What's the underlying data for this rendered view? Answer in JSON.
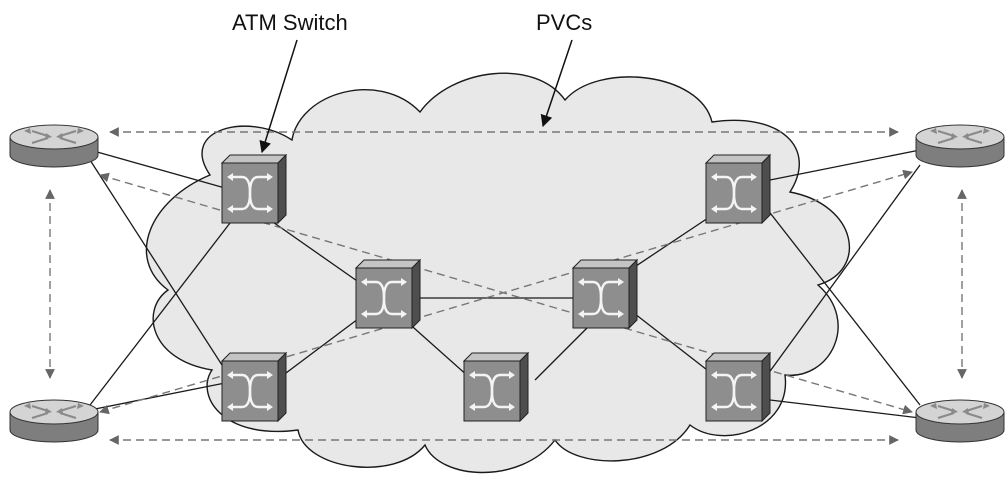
{
  "labels": {
    "atm_switch": "ATM Switch",
    "pvcs": "PVCs"
  },
  "nodes": {
    "routers": [
      "router-top-left",
      "router-bottom-left",
      "router-top-right",
      "router-bottom-right"
    ],
    "switches": [
      "atm-switch-top-left",
      "atm-switch-bottom-left",
      "atm-switch-center-left",
      "atm-switch-center-right",
      "atm-switch-bottom-center",
      "atm-switch-top-right",
      "atm-switch-bottom-right"
    ]
  },
  "colors": {
    "cloud_fill": "#e9e9e9",
    "cloud_stroke": "#1a1a1a",
    "switch_front": "#8c8c8c",
    "switch_top": "#bdbdbd",
    "switch_side": "#555555",
    "router_body": "#8a8a8a",
    "router_top": "#d6d6d6",
    "link": "#1a1a1a",
    "pvc": "#777777"
  }
}
